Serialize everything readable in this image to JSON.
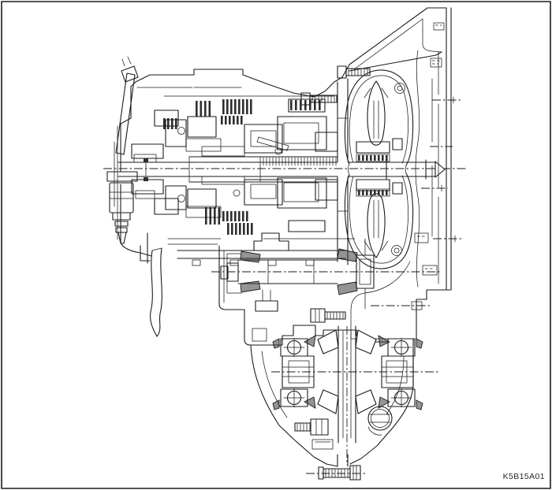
{
  "figure": {
    "code": "K5B15A01",
    "kind": "sectional-line-drawing",
    "subject": "automatic-transaxle-cross-section",
    "colors": {
      "background": "#ffffff",
      "line": "#1b1b1b",
      "frame": "#111111"
    },
    "components": [
      "frame-border",
      "dipstick-tube",
      "transmission-case",
      "clutch-packs",
      "main-shaft",
      "main-shaft-centerline",
      "torque-converter",
      "turbine-blades",
      "input-shaft",
      "bell-housing",
      "engine-mount-flange",
      "alignment-tick-marks",
      "counter-shaft",
      "tapered-roller-bearings",
      "differential",
      "pinion-gears",
      "side-bearings",
      "drain-plug",
      "oil-pan-break-line",
      "shift-solenoid"
    ]
  }
}
